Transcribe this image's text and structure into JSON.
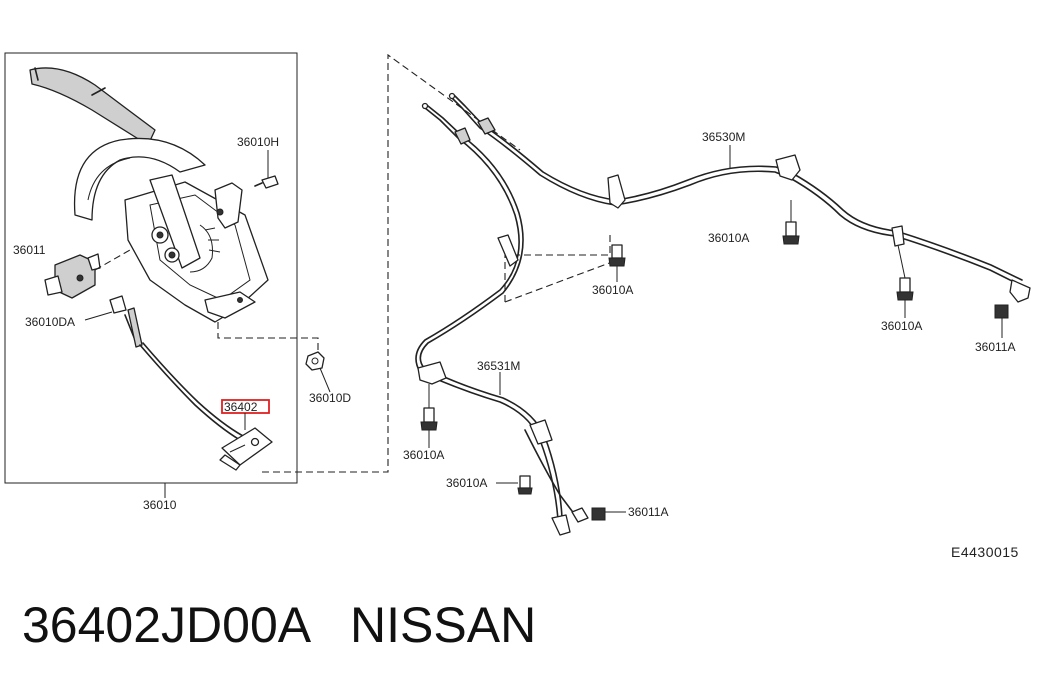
{
  "diagram": {
    "code": "E4430015",
    "labels": {
      "p36010H": "36010H",
      "p36011": "36011",
      "p36010DA": "36010DA",
      "p36010D": "36010D",
      "p36402": "36402",
      "p36010": "36010",
      "p36530M": "36530M",
      "p36531M": "36531M",
      "p36010A_1": "36010A",
      "p36010A_2": "36010A",
      "p36010A_3": "36010A",
      "p36010A_4": "36010A",
      "p36010A_5": "36010A",
      "p36011A_1": "36011A",
      "p36011A_2": "36011A"
    },
    "highlight_color": "#e02020"
  },
  "caption": {
    "part_number": "36402JD00A",
    "brand": "NISSAN"
  }
}
